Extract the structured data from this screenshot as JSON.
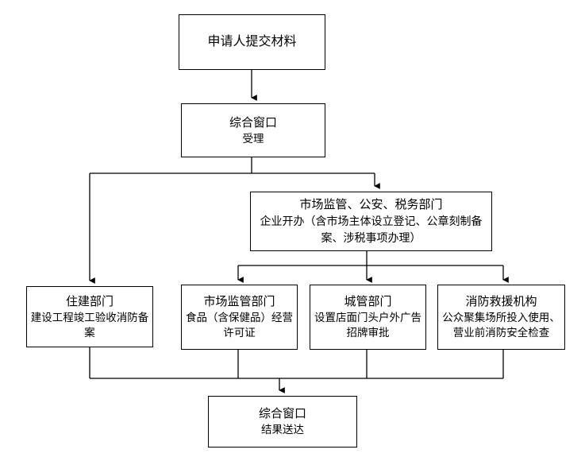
{
  "diagram": {
    "type": "flowchart",
    "orientation": "top-down",
    "line_color": "#000000",
    "box_fill": "#ffffff",
    "box_stroke": "#000000",
    "nodes": [
      {
        "id": "submit",
        "title": "申请人提交材料",
        "sub": ""
      },
      {
        "id": "intake",
        "title": "综合窗口",
        "sub": "受理"
      },
      {
        "id": "enterprise",
        "title": "市场监管、公安、税务部门",
        "sub": "企业开办（含市场主体设立登记、公章刻制备案、涉税事项办理）"
      },
      {
        "id": "housing",
        "title": "住建部门",
        "sub": "建设工程竣工验收消防备案"
      },
      {
        "id": "market",
        "title": "市场监管部门",
        "sub": "食品（含保健品）经营许可证"
      },
      {
        "id": "urban",
        "title": "城管部门",
        "sub": "设置店面门头户外广告招牌审批"
      },
      {
        "id": "fire",
        "title": "消防救援机构",
        "sub": "公众聚集场所投入使用、营业前消防安全检查"
      },
      {
        "id": "deliver",
        "title": "综合窗口",
        "sub": "结果送达"
      }
    ]
  }
}
